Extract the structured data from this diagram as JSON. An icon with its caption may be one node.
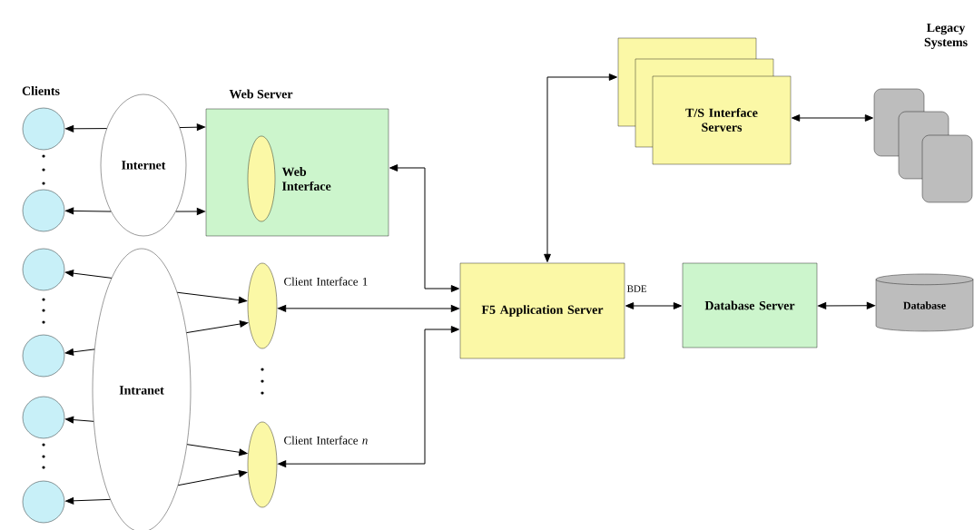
{
  "diagram": {
    "nodes": [
      {
        "text": [
          "Internet"
        ]
      },
      {
        "text": [
          "Web Server"
        ]
      },
      {
        "text": [
          "Web Interface"
        ],
        "in": 1
      },
      {
        "text": [
          "T/S Interface Servers"
        ]
      },
      {
        "text": [
          "Legacy Systems"
        ]
      },
      {
        "text": [],
        "shape": "circle"
      },
      {
        "text": [],
        "shape": "circle"
      },
      {
        "text": [],
        "shape": "circle"
      },
      {
        "text": [],
        "shape": "circle"
      },
      {
        "text": [],
        "shape": "circle"
      },
      {
        "text": [],
        "shape": "circle"
      },
      {
        "text": [
          "Intranet"
        ]
      },
      {
        "text": [
          "Client Interface 1"
        ]
      },
      {
        "text": [
          "Client Interface *n*"
        ]
      },
      {
        "text": [
          "F5 Application Server"
        ]
      },
      {
        "text": [
          "Database Server"
        ]
      },
      {
        "text": [
          "Database"
        ]
      }
    ],
    "edges": [
      {
        "from": 0,
        "to": 5,
        "arrow": "to"
      },
      {
        "from": 0,
        "to": 6,
        "arrow": "to"
      },
      {
        "from": 0,
        "to": 1,
        "arrow": "to"
      },
      {
        "from": 0,
        "to": 1,
        "arrow": "to"
      },
      {
        "from": 11,
        "to": 7,
        "arrow": "to"
      },
      {
        "from": 11,
        "to": 8,
        "arrow": "to"
      },
      {
        "from": 11,
        "to": 9,
        "arrow": "to"
      },
      {
        "from": 11,
        "to": 10,
        "arrow": "to"
      },
      {
        "from": 11,
        "to": 12,
        "arrow": "to"
      },
      {
        "from": 11,
        "to": 12,
        "arrow": "to"
      },
      {
        "from": 11,
        "to": 13,
        "arrow": "to"
      },
      {
        "from": 11,
        "to": 13,
        "arrow": "to"
      },
      {
        "from": 14,
        "to": 1,
        "arrow": "both"
      },
      {
        "from": 14,
        "to": 12,
        "arrow": "both"
      },
      {
        "from": 14,
        "to": 13,
        "arrow": "both"
      },
      {
        "from": 14,
        "to": 3,
        "arrow": "both"
      },
      {
        "from": 14,
        "to": 15,
        "arrow": "both",
        "label": "BDE"
      },
      {
        "from": 15,
        "to": 16,
        "arrow": "both"
      },
      {
        "from": 3,
        "to": 4,
        "arrow": "both"
      }
    ],
    "labels": [
      "Clients"
    ]
  }
}
